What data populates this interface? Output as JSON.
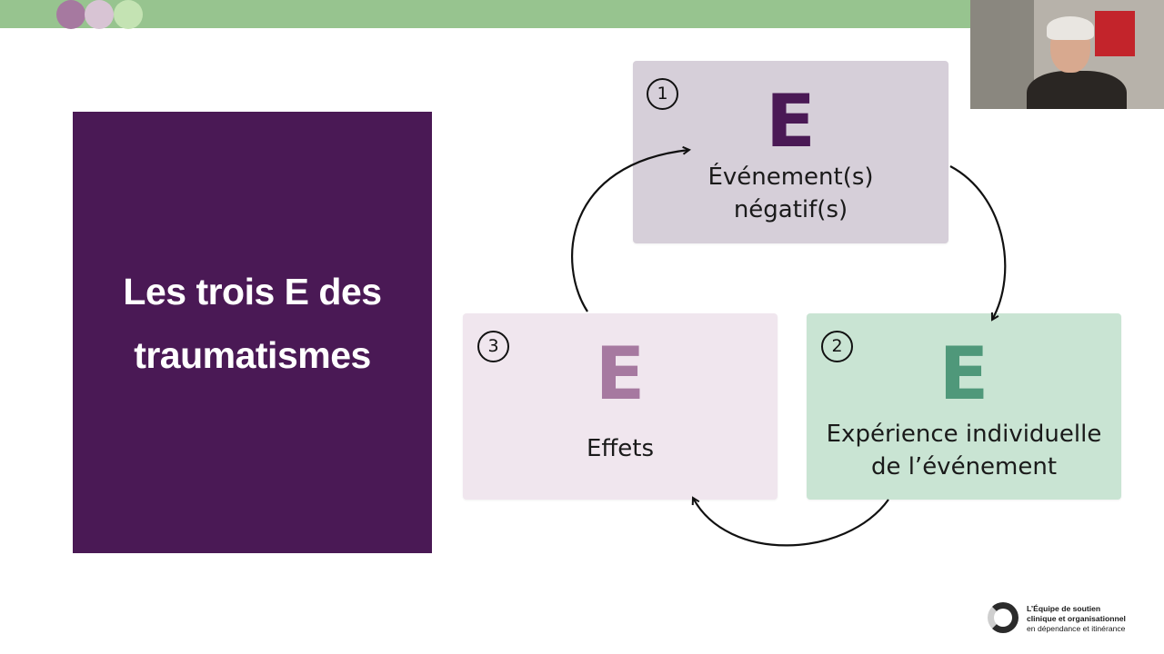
{
  "slide": {
    "title": "Les trois E des traumatismes",
    "cards": [
      {
        "number": "1",
        "letter": "E",
        "label_line1": "Événement(s)",
        "label_line2": "négatif(s)",
        "color": "#4a1955",
        "background": "#d6cfd9"
      },
      {
        "number": "2",
        "letter": "E",
        "label_line1": "Expérience individuelle",
        "label_line2": "de l’événement",
        "color": "#4f987a",
        "background": "#c9e4d3"
      },
      {
        "number": "3",
        "letter": "E",
        "label_line1": "Effets",
        "label_line2": "",
        "color": "#a679a0",
        "background": "#f0e6ee"
      }
    ]
  },
  "footer_logo": {
    "line1": "L’Équipe de soutien",
    "line2": "clinique et organisationnel",
    "line3": "en dépendance et itinérance"
  },
  "colors": {
    "top_bar": "#97c48f",
    "title_panel": "#4a1955"
  }
}
